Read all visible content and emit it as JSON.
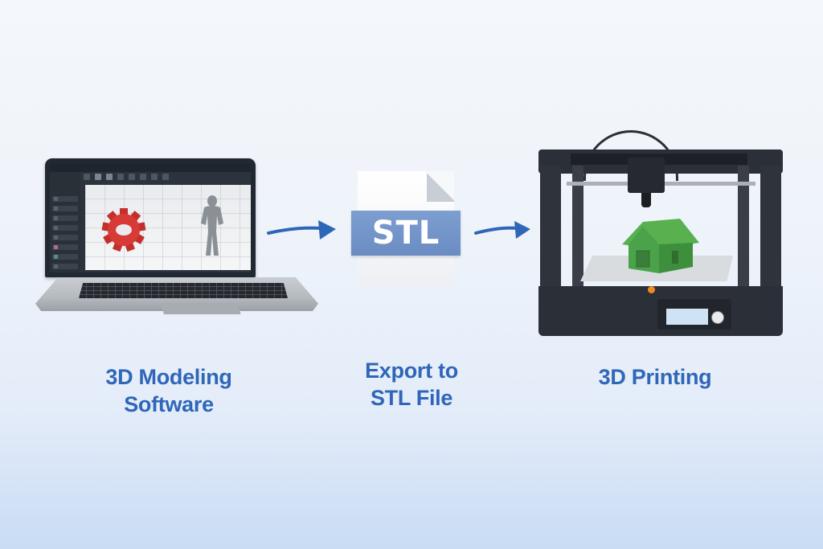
{
  "diagram": {
    "type": "workflow",
    "steps": [
      {
        "id": "modeling",
        "label_line1": "3D Modeling",
        "label_line2": "Software",
        "illustration": "laptop-with-3d-software"
      },
      {
        "id": "export",
        "label_line1": "Export to",
        "label_line2": "STL File",
        "illustration": "stl-file-icon"
      },
      {
        "id": "printing",
        "label": "3D Printing",
        "illustration": "3d-printer-printing-house"
      }
    ],
    "connectors": [
      {
        "from": "modeling",
        "to": "export",
        "icon": "arrow-right-icon"
      },
      {
        "from": "export",
        "to": "printing",
        "icon": "arrow-right-icon"
      }
    ]
  },
  "file_icon": {
    "text": "STL"
  },
  "laptop_scene": {
    "objects": [
      "red gear",
      "gray humanoid figure"
    ]
  },
  "printer_scene": {
    "object": "green house"
  },
  "colors": {
    "label_text": "#2f66b8",
    "arrow": "#2f66b8",
    "stl_band": "#7493c8",
    "gear": "#d83a36",
    "house": "#4aa34a",
    "printer_body": "#2b3038",
    "status_led": "#f28a1e",
    "background_top": "#f4f7fb",
    "background_bottom": "#c9dcf4"
  }
}
